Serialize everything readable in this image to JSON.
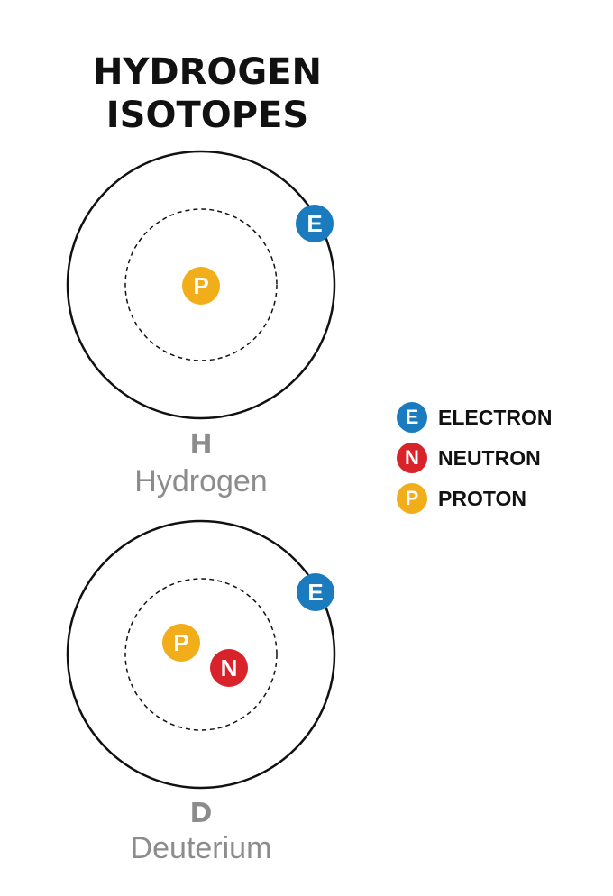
{
  "title": {
    "line1": "HYDROGEN",
    "line2": "ISOTOPES"
  },
  "colors": {
    "electron": "#1a7bbf",
    "neutron": "#d8232a",
    "proton": "#f2ad1a",
    "label_gray": "#8c8c8c",
    "ink": "#111111"
  },
  "particles": {
    "electron": "E",
    "neutron": "N",
    "proton": "P"
  },
  "isotopes": [
    {
      "symbol": "H",
      "name": "Hydrogen"
    },
    {
      "symbol": "D",
      "name": "Deuterium"
    }
  ],
  "legend": [
    {
      "letter": "E",
      "label": "ELECTRON",
      "color": "#1a7bbf"
    },
    {
      "letter": "N",
      "label": "NEUTRON",
      "color": "#d8232a"
    },
    {
      "letter": "P",
      "label": "PROTON",
      "color": "#f2ad1a"
    }
  ]
}
